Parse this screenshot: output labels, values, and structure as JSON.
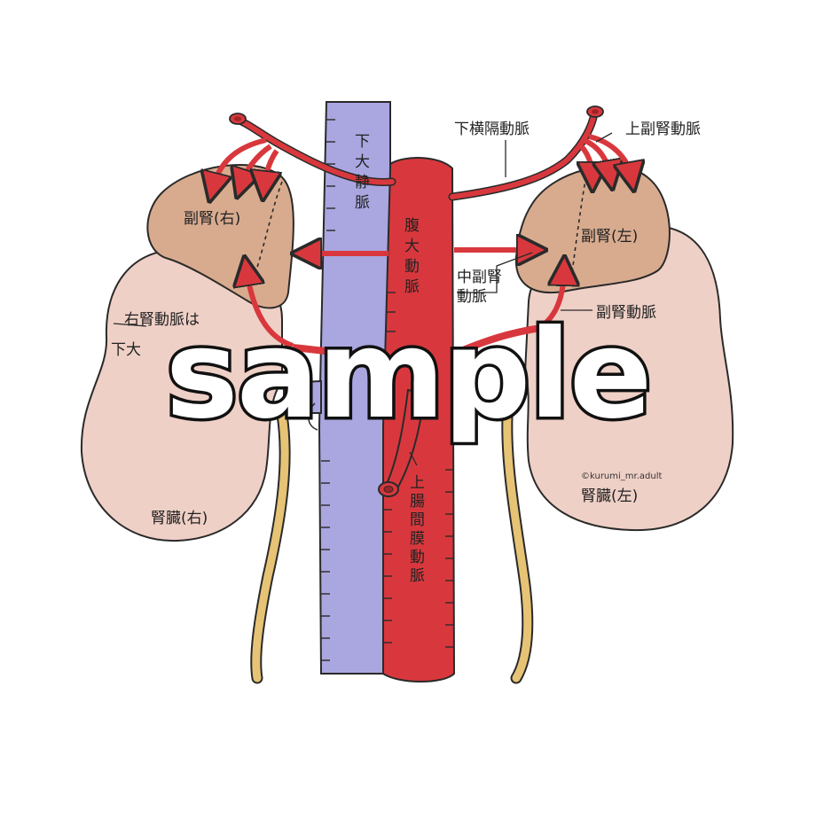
{
  "labels": {
    "ivc": "下大静脈",
    "aorta": "腹大動脈",
    "inferior_phrenic": "下横隔動脈",
    "superior_suprarenal": "上副腎動脈",
    "adrenal_right": "副腎(右)",
    "adrenal_left": "副腎(左)",
    "middle_suprarenal_1": "中副腎",
    "middle_suprarenal_2": "動脈",
    "inferior_suprarenal": "副腎動脈",
    "right_renal_note_1": "右腎動脈は",
    "right_renal_note_2": "下大",
    "kidney_right": "腎臓(右)",
    "kidney_left": "腎臓(左)",
    "sma": "上腸間膜動脈",
    "credit": "©kurumi_mr.adult"
  },
  "watermark": "sample",
  "colors": {
    "artery": "#d8383d",
    "vein": "#a9a6e0",
    "adrenal": "#d8ab8f",
    "kidney": "#efd0c6",
    "ureter": "#e7c376",
    "outline": "#2a2a2a"
  }
}
